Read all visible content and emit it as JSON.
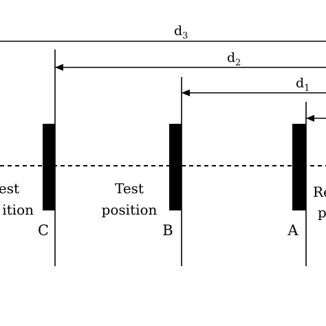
{
  "colors": {
    "ink": "#000000",
    "background": "#ffffff"
  },
  "distances": {
    "d3": {
      "base": "d",
      "sub": "3"
    },
    "d2": {
      "base": "d",
      "sub": "2"
    },
    "d1": {
      "base": "d",
      "sub": "1"
    }
  },
  "positions": {
    "C": {
      "letter": "C",
      "line1": "est",
      "line2": "ition"
    },
    "B": {
      "letter": "B",
      "line1": "Test",
      "line2": "position"
    },
    "A": {
      "letter": "A",
      "line1": "Re",
      "line2": "p"
    }
  }
}
